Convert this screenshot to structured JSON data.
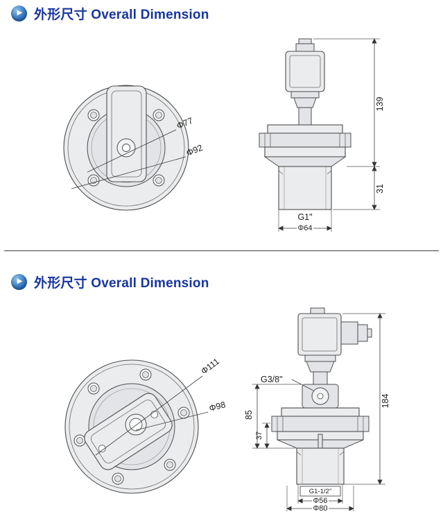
{
  "page": {
    "background": "#ffffff",
    "accent_color": "#1735a0",
    "line_color": "#4a4a4a",
    "bullet_glyph": "▶"
  },
  "sections": [
    {
      "title": "外形尺寸 Overall Dimension",
      "front_view": {
        "labels": {
          "inner_diameter": "Φ77",
          "outer_diameter": "Φ92"
        }
      },
      "side_view": {
        "labels": {
          "overall_height": "139",
          "outlet_length": "31",
          "thread": "G1\"",
          "outlet_diameter": "Φ64"
        }
      }
    },
    {
      "title": "外形尺寸 Overall Dimension",
      "front_view": {
        "labels": {
          "outer_diameter": "Φ111",
          "inner_diameter": "Φ98"
        }
      },
      "side_view": {
        "labels": {
          "pilot_port": "G3/8\"",
          "overall_height": "184",
          "body_height": "85",
          "flange_height": "37",
          "thread": "G1-1/2\"",
          "outlet_diameter": "Φ56",
          "flange_diameter": "Φ80"
        }
      }
    }
  ]
}
